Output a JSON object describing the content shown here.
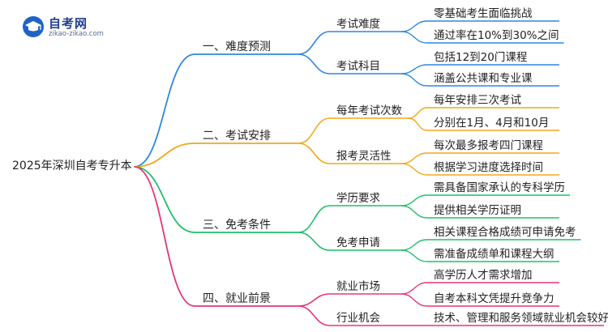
{
  "logo": {
    "name": "自考网",
    "url": "zikao-zikao.com"
  },
  "mindmap": {
    "root": "2025年深圳自考专升本",
    "branches": [
      {
        "label": "一、难度预测",
        "color": "#2f86e4",
        "children": [
          {
            "label": "考试难度",
            "leaves": [
              "零基础考生面临挑战",
              "通过率在10%到30%之间"
            ]
          },
          {
            "label": "考试科目",
            "leaves": [
              "包括12到20门课程",
              "涵盖公共课和专业课"
            ]
          }
        ]
      },
      {
        "label": "二、考试安排",
        "color": "#f0a81a",
        "children": [
          {
            "label": "每年考试次数",
            "leaves": [
              "每年安排三次考试",
              "分别在1月、4月和10月"
            ]
          },
          {
            "label": "报考灵活性",
            "leaves": [
              "每次最多报考四门课程",
              "根据学习进度选择时间"
            ]
          }
        ]
      },
      {
        "label": "三、免考条件",
        "color": "#1fbf6a",
        "children": [
          {
            "label": "学历要求",
            "leaves": [
              "需具备国家承认的专科学历",
              "提供相关学历证明"
            ]
          },
          {
            "label": "免考申请",
            "leaves": [
              "相关课程合格成绩可申请免考",
              "需准备成绩单和课程大纲"
            ]
          }
        ]
      },
      {
        "label": "四、就业前景",
        "color": "#e8337a",
        "children": [
          {
            "label": "就业市场",
            "leaves": [
              "高学历人才需求增加",
              "自考本科文凭提升竞争力"
            ]
          },
          {
            "label": "行业机会",
            "leaves": [
              "技术、管理和服务领域就业机会较好"
            ]
          }
        ]
      }
    ]
  }
}
